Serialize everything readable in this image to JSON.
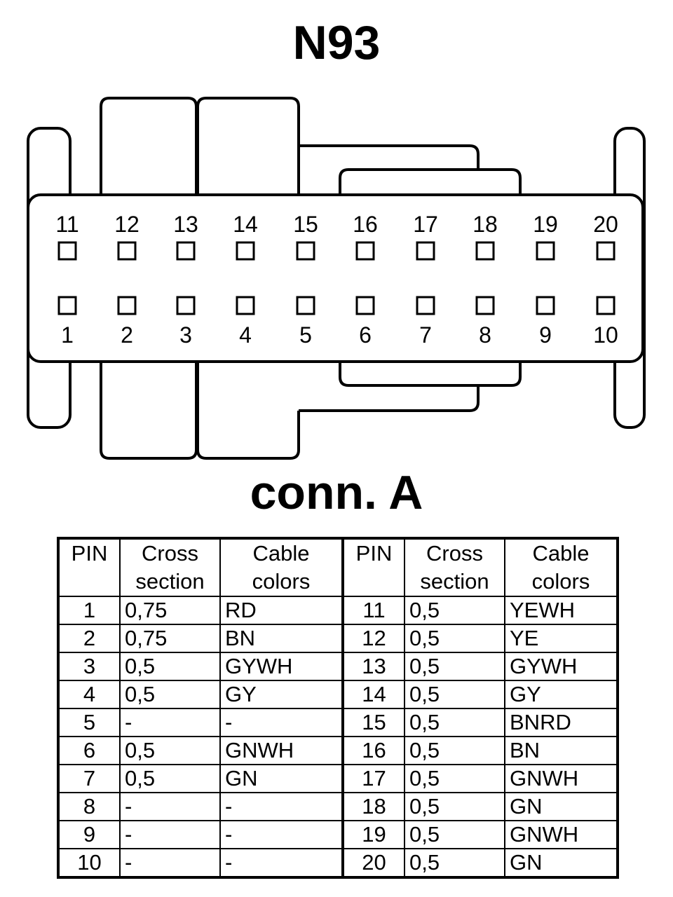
{
  "title": "N93",
  "subtitle": "conn. A",
  "connector": {
    "top_row": [
      "11",
      "12",
      "13",
      "14",
      "15",
      "16",
      "17",
      "18",
      "19",
      "20"
    ],
    "bottom_row": [
      "1",
      "2",
      "3",
      "4",
      "5",
      "6",
      "7",
      "8",
      "9",
      "10"
    ]
  },
  "table": {
    "headers": {
      "pin": "PIN",
      "cross_1": "Cross",
      "cross_2": "section",
      "cable_1": "Cable",
      "cable_2": "colors"
    },
    "rows": [
      {
        "pin": "1",
        "cross": "0,75",
        "color": "RD",
        "pin2": "11",
        "cross2": "0,5",
        "color2": "YEWH"
      },
      {
        "pin": "2",
        "cross": "0,75",
        "color": "BN",
        "pin2": "12",
        "cross2": "0,5",
        "color2": "YE"
      },
      {
        "pin": "3",
        "cross": "0,5",
        "color": "GYWH",
        "pin2": "13",
        "cross2": "0,5",
        "color2": "GYWH"
      },
      {
        "pin": "4",
        "cross": "0,5",
        "color": "GY",
        "pin2": "14",
        "cross2": "0,5",
        "color2": "GY"
      },
      {
        "pin": "5",
        "cross": "-",
        "color": "-",
        "pin2": "15",
        "cross2": "0,5",
        "color2": "BNRD"
      },
      {
        "pin": "6",
        "cross": "0,5",
        "color": "GNWH",
        "pin2": "16",
        "cross2": "0,5",
        "color2": "BN"
      },
      {
        "pin": "7",
        "cross": "0,5",
        "color": "GN",
        "pin2": "17",
        "cross2": "0,5",
        "color2": "GNWH"
      },
      {
        "pin": "8",
        "cross": "-",
        "color": "-",
        "pin2": "18",
        "cross2": "0,5",
        "color2": "GN"
      },
      {
        "pin": "9",
        "cross": "-",
        "color": "-",
        "pin2": "19",
        "cross2": "0,5",
        "color2": "GNWH"
      },
      {
        "pin": "10",
        "cross": "-",
        "color": "-",
        "pin2": "20",
        "cross2": "0,5",
        "color2": "GN"
      }
    ]
  }
}
